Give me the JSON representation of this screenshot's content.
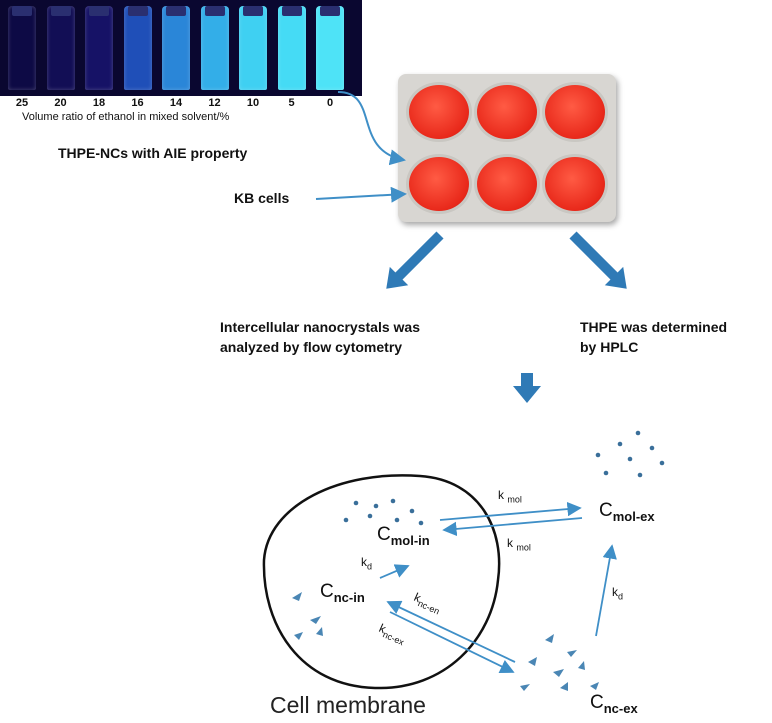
{
  "vial_ticks": [
    "25",
    "20",
    "18",
    "16",
    "14",
    "12",
    "10",
    "5",
    "0"
  ],
  "vial_colors": [
    "#0d0a45",
    "#120e55",
    "#161266",
    "#1f4fb8",
    "#2a86d8",
    "#33aee8",
    "#3fd0f2",
    "#45dbf5",
    "#4ee3f7"
  ],
  "axis_label": "Volume ratio of ethanol in mixed solvent/%",
  "aie_label": "THPE-NCs  with AIE property",
  "kb_label": "KB cells",
  "flow_text_line1": "Intercellular nanocrystals was",
  "flow_text_line2": "analyzed by flow cytometry",
  "hplc_text_line1": "THPE was determined",
  "hplc_text_line2": "by HPLC",
  "model": {
    "c_mol_in": {
      "main": "C",
      "sub": "mol-in"
    },
    "c_mol_ex": {
      "main": "C",
      "sub": "mol-ex"
    },
    "c_nc_in": {
      "main": "C",
      "sub": "nc-in"
    },
    "c_nc_ex": {
      "main": "C",
      "sub": "nc-ex"
    },
    "k_mol_top": {
      "main": "k",
      "sub": "mol"
    },
    "k_mol_bottom": {
      "main": "k",
      "sub": "mol"
    },
    "k_d_inner": {
      "main": "k",
      "sub": "d"
    },
    "k_d_outer": {
      "main": "k",
      "sub": "d"
    },
    "k_nc_en": {
      "main": "k",
      "sub": "nc-en"
    },
    "k_nc_ex": {
      "main": "k",
      "sub": "nc-ex"
    }
  },
  "membrane_label": "Cell membrane",
  "colors": {
    "arrow": "#3f8fc7",
    "big_arrow": "#2f7ab6",
    "dots": "#3a6f9a",
    "crystal": "#4a86b4"
  }
}
